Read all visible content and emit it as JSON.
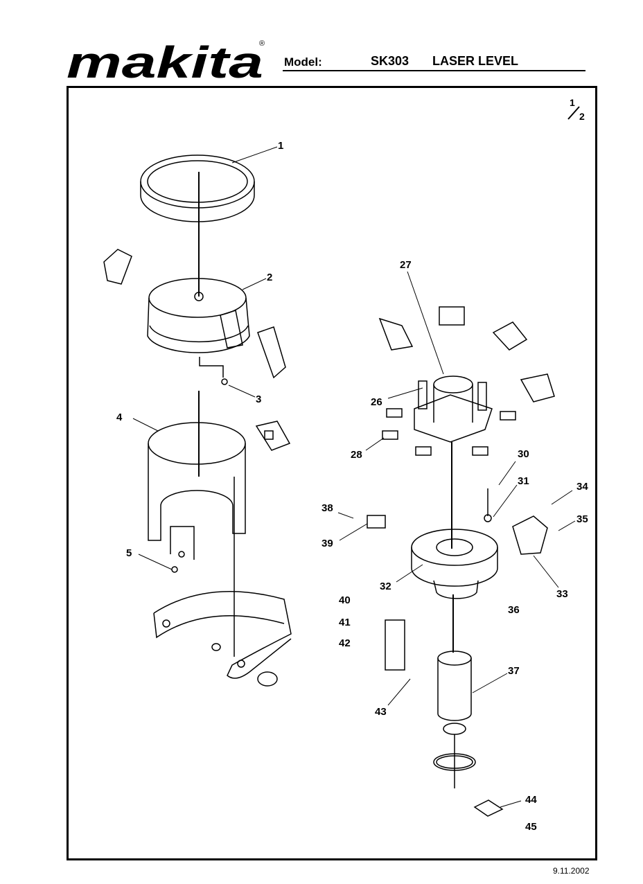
{
  "brand": {
    "name": "makita",
    "registered_mark": "®"
  },
  "header": {
    "model_label": "Model:",
    "model_number": "SK303",
    "product_name": "LASER LEVEL"
  },
  "page": {
    "current": "1",
    "total": "2"
  },
  "callouts": [
    "1",
    "2",
    "3",
    "4",
    "5",
    "26",
    "27",
    "28",
    "30",
    "31",
    "32",
    "33",
    "34",
    "35",
    "36",
    "37",
    "38",
    "39",
    "40",
    "41",
    "42",
    "43",
    "44",
    "45"
  ],
  "footer": {
    "date": "9.11.2002"
  }
}
